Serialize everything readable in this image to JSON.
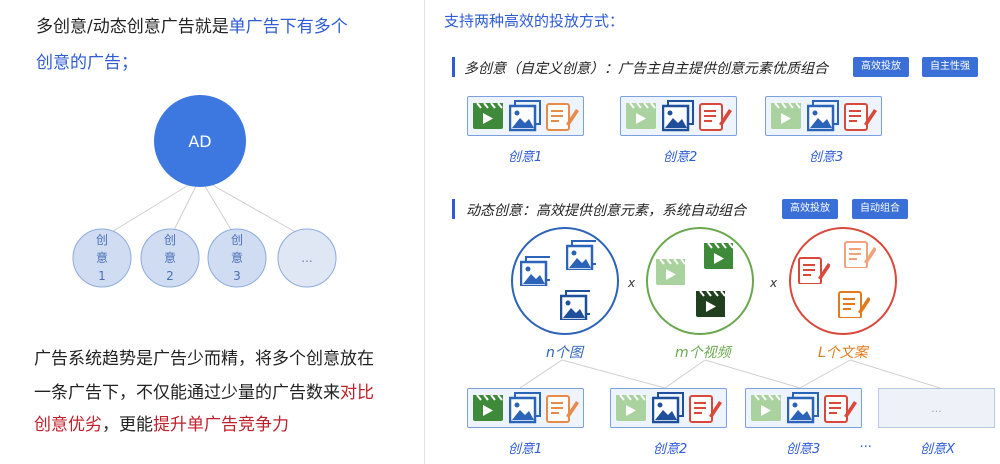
{
  "left": {
    "line1_prefix": "多创意/动态创意广告就是",
    "line1_highlight": "单广告下有多个",
    "line2": "创意的广告；",
    "tree": {
      "root": "AD",
      "children": [
        {
          "l1": "创",
          "l2": "意",
          "l3": "1"
        },
        {
          "l1": "创",
          "l2": "意",
          "l3": "2"
        },
        {
          "l1": "创",
          "l2": "意",
          "l3": "3"
        },
        {
          "l1": "...",
          "l2": "",
          "l3": ""
        }
      ]
    },
    "bottom_line1": "广告系统趋势是广告少而精，将多个创意放在",
    "bottom_line2_prefix": "一条广告下，不仅能通过少量的广告数来",
    "bottom_line2_red": "对比",
    "bottom_line3_red1": "创意优劣",
    "bottom_line3_mid": "，更能",
    "bottom_line3_red2": "提升单广告竞争力"
  },
  "right": {
    "heading": "支持两种高效的投放方式：",
    "section1": {
      "title": "多创意（自定义创意）：广告主自主提供创意元素优质组合",
      "tags": [
        "高效投放",
        "自主性强"
      ],
      "groups": [
        "创意1",
        "创意2",
        "创意3"
      ]
    },
    "section2": {
      "title": "动态创意：高效提供创意元素，系统自动组合",
      "tags": [
        "高效投放",
        "自动组合"
      ],
      "categories": [
        "n个图",
        "m个视频",
        "L个文案"
      ],
      "x_sign": "x",
      "outputs": [
        "创意1",
        "创意2",
        "创意3",
        "创意X"
      ],
      "ellipsis": "...",
      "placeholder": "..."
    }
  },
  "colors": {
    "accent": "#2e5bd6",
    "tag_bg": "#3a6fd8",
    "video_green": "#3f8a3a",
    "image_blue": "#2b63b8",
    "text_red": "#d9483b",
    "category_orange": "#e07a1c",
    "circle_fill": "#cfdcf1",
    "root_fill": "#3d77e0"
  }
}
